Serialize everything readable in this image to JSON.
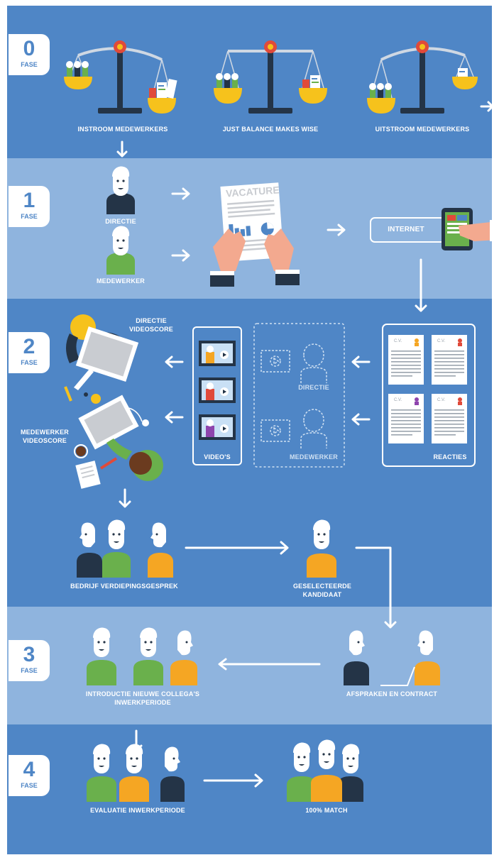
{
  "phases": [
    {
      "number": "0",
      "label": "FASE"
    },
    {
      "number": "1",
      "label": "FASE"
    },
    {
      "number": "2",
      "label": "FASE"
    },
    {
      "number": "3",
      "label": "FASE"
    },
    {
      "number": "4",
      "label": "FASE"
    }
  ],
  "phase0": {
    "instroom": "INSTROOM MEDEWERKERS",
    "balance": "JUST BALANCE MAKES WISE",
    "uitstroom": "UITSTROOM MEDEWERKERS"
  },
  "phase1": {
    "directie": "DIRECTIE",
    "medewerker": "MEDEWERKER",
    "vacature": "VACATURE",
    "internet": "INTERNET"
  },
  "phase2": {
    "directie_videoscore_1": "DIRECTIE",
    "directie_videoscore_2": "VIDEOSCORE",
    "medewerker_videoscore_1": "MEDEWERKER",
    "medewerker_videoscore_2": "VIDEOSCORE",
    "videos": "VIDEO'S",
    "directie": "DIRECTIE",
    "medewerker": "MEDEWERKER",
    "reacties": "REACTIES",
    "cv": "C.V.",
    "bedrijf": "BEDRIJF VERDIEPINGSGESPREK",
    "geselecteerde_1": "GESELECTEERDE",
    "geselecteerde_2": "KANDIDAAT"
  },
  "phase3": {
    "introductie_1": "INTRODUCTIE NIEUWE COLLEGA'S",
    "introductie_2": "INWERKPERIODE",
    "afspraken": "AFSPRAKEN EN CONTRACT"
  },
  "phase4": {
    "evaluatie": "EVALUATIE INWERKPERIODE",
    "match": "100% MATCH"
  },
  "colors": {
    "band_dark": "#4f86c6",
    "band_light": "#8fb4de",
    "green": "#6ab04c",
    "orange": "#f5a623",
    "navy": "#243447",
    "yellow": "#f6c21c",
    "red": "#e04a3a"
  }
}
